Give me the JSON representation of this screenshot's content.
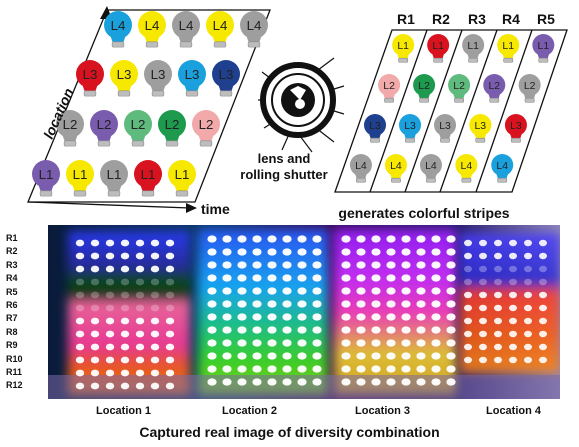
{
  "palette": {
    "blue": "#1aa0dc",
    "yellow": "#f7e800",
    "gray": "#9e9e9e",
    "red": "#d8121e",
    "navy": "#1f3f8f",
    "purple": "#7a5cae",
    "green": "#1e9a4e",
    "lightgreen": "#5fba7d",
    "pink": "#f2a9a9"
  },
  "left_panel": {
    "y_axis_label": "location",
    "x_axis_label": "time",
    "rows": [
      {
        "bulbs": [
          {
            "label": "L4",
            "color": "blue"
          },
          {
            "label": "L4",
            "color": "yellow"
          },
          {
            "label": "L4",
            "color": "gray"
          },
          {
            "label": "L4",
            "color": "yellow"
          },
          {
            "label": "L4",
            "color": "gray"
          }
        ]
      },
      {
        "bulbs": [
          {
            "label": "L3",
            "color": "red"
          },
          {
            "label": "L3",
            "color": "yellow"
          },
          {
            "label": "L3",
            "color": "gray"
          },
          {
            "label": "L3",
            "color": "blue"
          },
          {
            "label": "L3",
            "color": "navy"
          }
        ]
      },
      {
        "bulbs": [
          {
            "label": "L2",
            "color": "gray"
          },
          {
            "label": "L2",
            "color": "purple"
          },
          {
            "label": "L2",
            "color": "lightgreen"
          },
          {
            "label": "L2",
            "color": "green"
          },
          {
            "label": "L2",
            "color": "pink"
          }
        ]
      },
      {
        "bulbs": [
          {
            "label": "L1",
            "color": "purple"
          },
          {
            "label": "L1",
            "color": "yellow"
          },
          {
            "label": "L1",
            "color": "gray"
          },
          {
            "label": "L1",
            "color": "red"
          },
          {
            "label": "L1",
            "color": "yellow"
          }
        ]
      }
    ]
  },
  "middle": {
    "caption_line1": "lens and",
    "caption_line2": "rolling shutter"
  },
  "right_panel": {
    "columns": [
      "R1",
      "R2",
      "R3",
      "R4",
      "R5"
    ],
    "stripes": [
      [
        {
          "label": "L1",
          "color": "yellow"
        },
        {
          "label": "L1",
          "color": "red"
        },
        {
          "label": "L1",
          "color": "gray"
        },
        {
          "label": "L1",
          "color": "yellow"
        },
        {
          "label": "L1",
          "color": "purple"
        }
      ],
      [
        {
          "label": "L2",
          "color": "pink"
        },
        {
          "label": "L2",
          "color": "green"
        },
        {
          "label": "L2",
          "color": "lightgreen"
        },
        {
          "label": "L2",
          "color": "purple"
        },
        {
          "label": "L2",
          "color": "gray"
        }
      ],
      [
        {
          "label": "L3",
          "color": "navy"
        },
        {
          "label": "L3",
          "color": "blue"
        },
        {
          "label": "L3",
          "color": "gray"
        },
        {
          "label": "L3",
          "color": "yellow"
        },
        {
          "label": "L3",
          "color": "red"
        }
      ],
      [
        {
          "label": "L4",
          "color": "gray"
        },
        {
          "label": "L4",
          "color": "yellow"
        },
        {
          "label": "L4",
          "color": "gray"
        },
        {
          "label": "L4",
          "color": "yellow"
        },
        {
          "label": "L4",
          "color": "blue"
        }
      ]
    ],
    "caption": "generates colorful stripes"
  },
  "photo": {
    "row_labels": [
      "R1",
      "R2",
      "R3",
      "R4",
      "R5",
      "R6",
      "R7",
      "R8",
      "R9",
      "R10",
      "R11",
      "R12"
    ],
    "location_labels": [
      "Location 1",
      "Location 2",
      "Location 3",
      "Location 4"
    ],
    "caption": "Captured real image of diversity combination"
  }
}
